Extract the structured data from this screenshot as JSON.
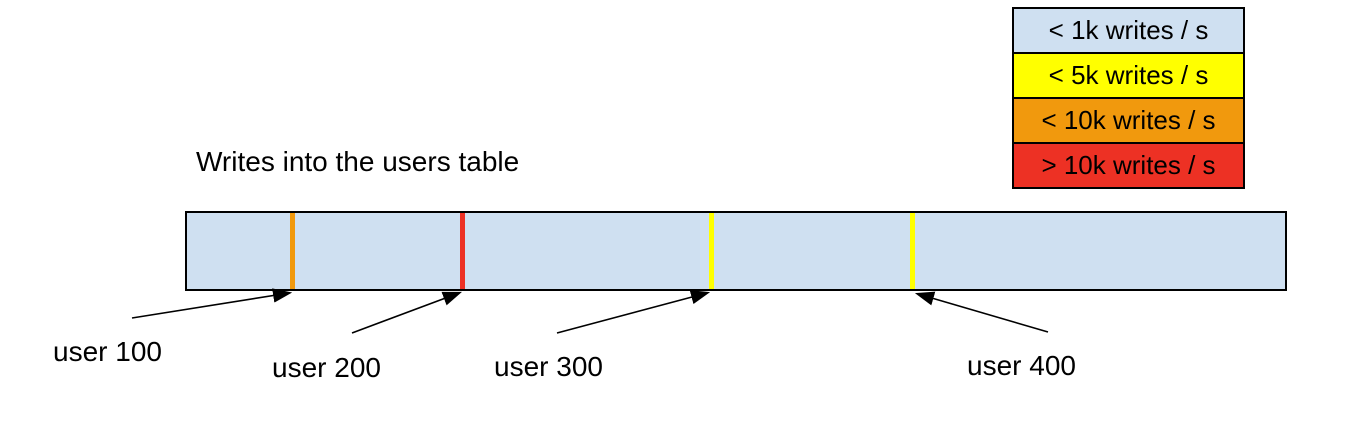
{
  "title": "Writes into the users table",
  "background_color": "#ffffff",
  "legend": {
    "items": [
      {
        "label": "< 1k writes / s",
        "color": "#cfe0f1"
      },
      {
        "label": "< 5k writes / s",
        "color": "#ffff00"
      },
      {
        "label": "< 10k writes / s",
        "color": "#f1990d"
      },
      {
        "label": "> 10k writes / s",
        "color": "#ed3124"
      }
    ]
  },
  "bar": {
    "fill_color": "#cfe0f1",
    "border_color": "#000000",
    "markers": [
      {
        "user_label": "user 100",
        "color": "#f1990d"
      },
      {
        "user_label": "user 200",
        "color": "#ed3124"
      },
      {
        "user_label": "user 300",
        "color": "#ffff00"
      },
      {
        "user_label": "user 400",
        "color": "#ffff00"
      }
    ]
  }
}
